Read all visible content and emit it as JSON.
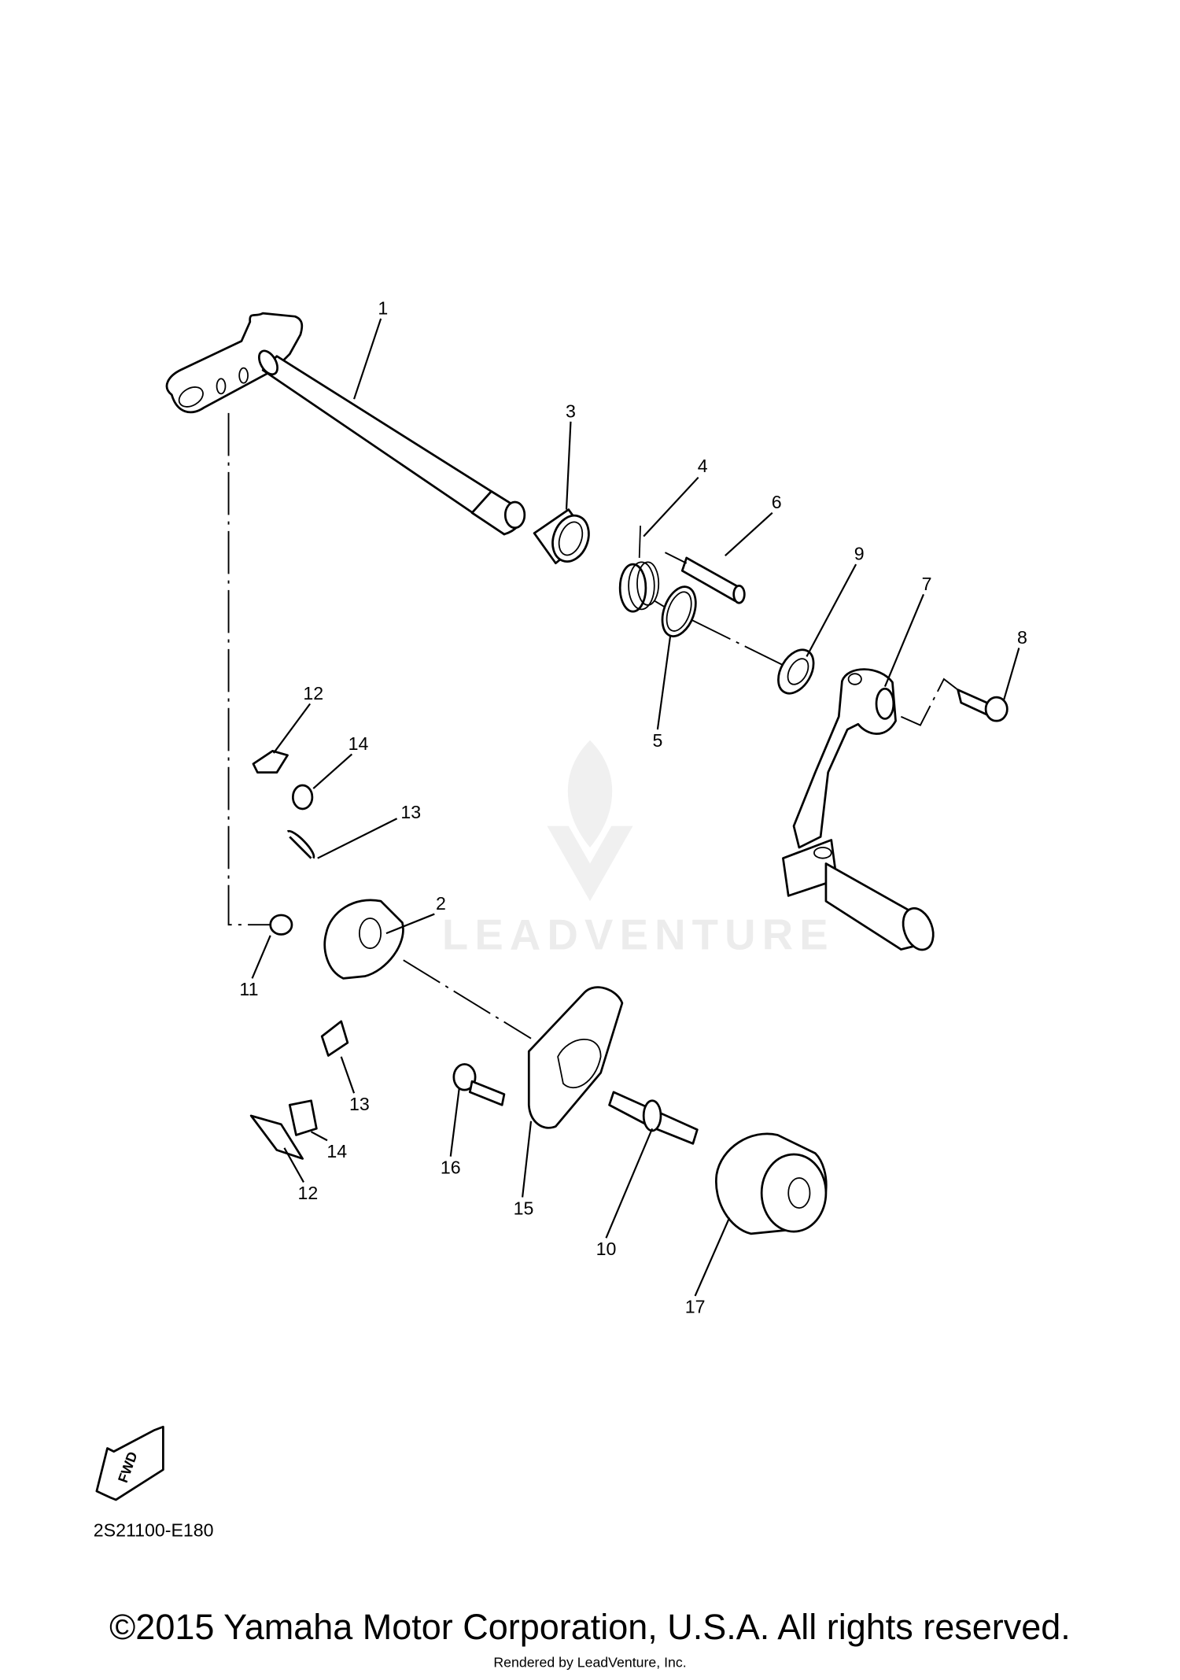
{
  "diagram": {
    "callouts": [
      "1",
      "2",
      "3",
      "4",
      "5",
      "6",
      "7",
      "8",
      "9",
      "10",
      "11",
      "12",
      "12",
      "13",
      "13",
      "14",
      "14",
      "15",
      "16",
      "17"
    ],
    "fwd_label": "FWD",
    "diagram_code": "2S21100-E180",
    "watermark": "LEADVENTURE",
    "copyright": "©2015 Yamaha Motor Corporation, U.S.A. All rights reserved.",
    "rendered_by": "Rendered by LeadVenture, Inc."
  }
}
